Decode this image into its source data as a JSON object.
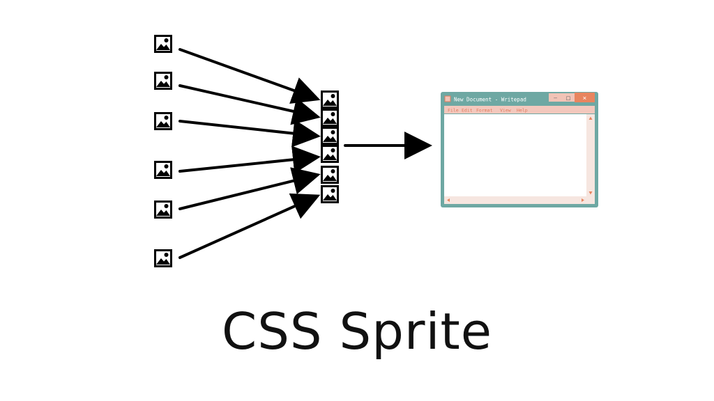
{
  "diagram": {
    "title": "CSS Sprite",
    "icons": {
      "source_count": 6,
      "sprite_count": 6,
      "icon_name": "image-icon"
    },
    "window": {
      "title": "New Document - Writepad",
      "menu": [
        "File",
        "Edit",
        "Format",
        "View",
        "Help"
      ],
      "buttons": {
        "minimize": "—",
        "maximize": "□",
        "close": "✕"
      }
    },
    "colors": {
      "stroke": "#000000",
      "window_frame": "#6ea8a3",
      "window_menu_bg": "#f3c8bd",
      "window_menu_text": "#e07b5e",
      "window_title_text": "#ffffff",
      "window_close": "#e8855f",
      "window_button": "#f1c3b6",
      "window_body": "#ffffff",
      "scroll_arrow": "#e8855f"
    }
  }
}
